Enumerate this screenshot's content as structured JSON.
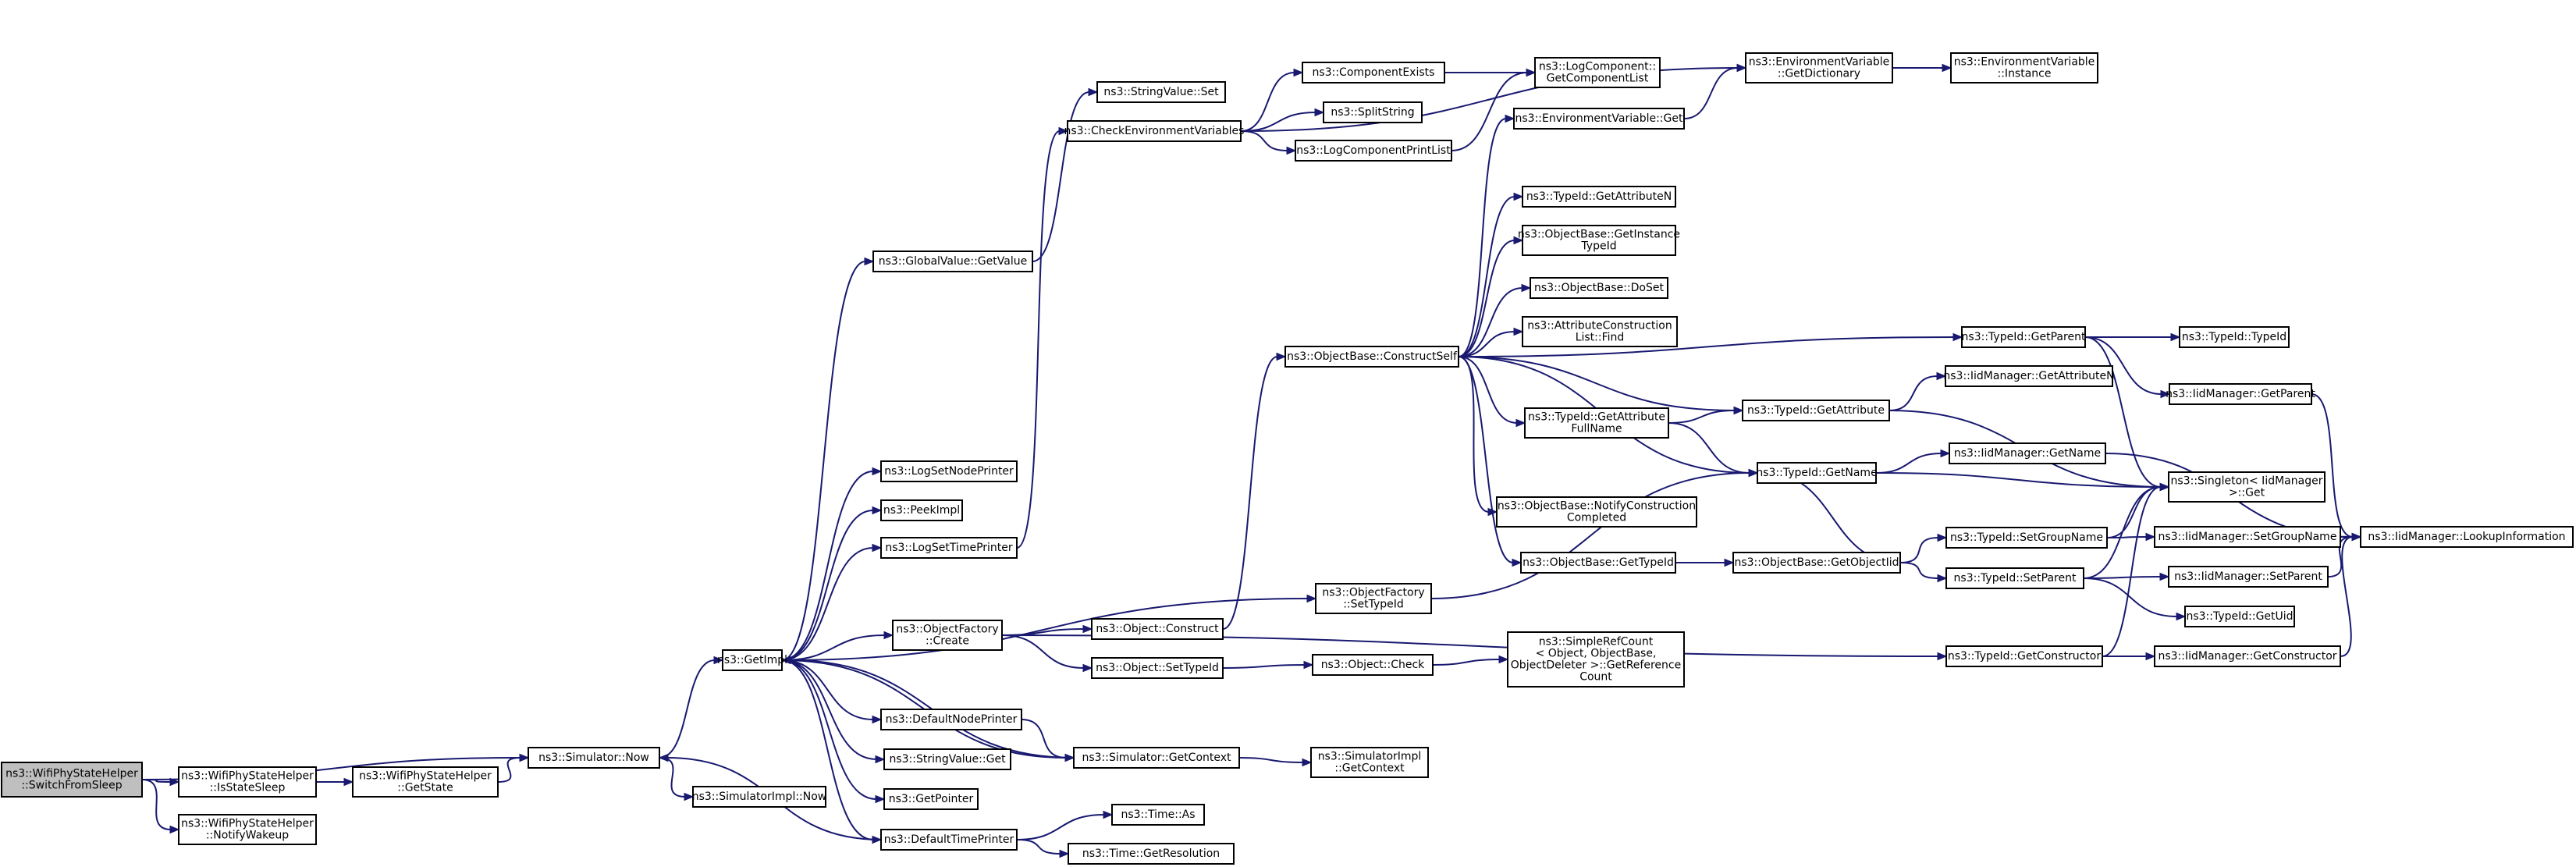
{
  "diagram": {
    "title": "",
    "nodes": [
      {
        "id": "switchFromSleep",
        "lines": [
          "ns3::WifiPhyStateHelper",
          "::SwitchFromSleep"
        ],
        "root": true
      },
      {
        "id": "isStateSleep",
        "lines": [
          "ns3::WifiPhyStateHelper",
          "::IsStateSleep"
        ]
      },
      {
        "id": "notifyWakeup",
        "lines": [
          "ns3::WifiPhyStateHelper",
          "::NotifyWakeup"
        ]
      },
      {
        "id": "getState",
        "lines": [
          "ns3::WifiPhyStateHelper",
          "::GetState"
        ]
      },
      {
        "id": "simNow",
        "lines": [
          "ns3::Simulator::Now"
        ]
      },
      {
        "id": "simImplNow",
        "lines": [
          "ns3::SimulatorImpl::Now"
        ]
      },
      {
        "id": "getImpl",
        "lines": [
          "ns3::GetImpl"
        ]
      },
      {
        "id": "gvGetValue",
        "lines": [
          "ns3::GlobalValue::GetValue"
        ]
      },
      {
        "id": "logSetNodePrinter",
        "lines": [
          "ns3::LogSetNodePrinter"
        ]
      },
      {
        "id": "peekImpl",
        "lines": [
          "ns3::PeekImpl"
        ]
      },
      {
        "id": "logSetTimePrinter",
        "lines": [
          "ns3::LogSetTimePrinter"
        ]
      },
      {
        "id": "ofCreate",
        "lines": [
          "ns3::ObjectFactory",
          "::Create"
        ]
      },
      {
        "id": "defaultNodePrinter",
        "lines": [
          "ns3::DefaultNodePrinter"
        ]
      },
      {
        "id": "stringValueGet",
        "lines": [
          "ns3::StringValue::Get"
        ]
      },
      {
        "id": "getPointer",
        "lines": [
          "ns3::GetPointer"
        ]
      },
      {
        "id": "defaultTimePrinter",
        "lines": [
          "ns3::DefaultTimePrinter"
        ]
      },
      {
        "id": "stringValueSet",
        "lines": [
          "ns3::StringValue::Set"
        ]
      },
      {
        "id": "checkEnvVars",
        "lines": [
          "ns3::CheckEnvironmentVariables"
        ]
      },
      {
        "id": "objConstruct",
        "lines": [
          "ns3::Object::Construct"
        ]
      },
      {
        "id": "objSetTypeId",
        "lines": [
          "ns3::Object::SetTypeId"
        ]
      },
      {
        "id": "simGetContext",
        "lines": [
          "ns3::Simulator::GetContext"
        ]
      },
      {
        "id": "timeAs",
        "lines": [
          "ns3::Time::As"
        ]
      },
      {
        "id": "timeGetResolution",
        "lines": [
          "ns3::Time::GetResolution"
        ]
      },
      {
        "id": "componentExists",
        "lines": [
          "ns3::ComponentExists"
        ]
      },
      {
        "id": "splitString",
        "lines": [
          "ns3::SplitString"
        ]
      },
      {
        "id": "logCompPrintList",
        "lines": [
          "ns3::LogComponentPrintList"
        ]
      },
      {
        "id": "obConstructSelf",
        "lines": [
          "ns3::ObjectBase::ConstructSelf"
        ]
      },
      {
        "id": "ofSetTypeId",
        "lines": [
          "ns3::ObjectFactory",
          "::SetTypeId"
        ]
      },
      {
        "id": "objCheck",
        "lines": [
          "ns3::Object::Check"
        ]
      },
      {
        "id": "simImplGetContext",
        "lines": [
          "ns3::SimulatorImpl",
          "::GetContext"
        ]
      },
      {
        "id": "logCompGetList",
        "lines": [
          "ns3::LogComponent::",
          "GetComponentList"
        ]
      },
      {
        "id": "envVarGet",
        "lines": [
          "ns3::EnvironmentVariable::Get"
        ]
      },
      {
        "id": "tidGetAttributeN",
        "lines": [
          "ns3::TypeId::GetAttributeN"
        ]
      },
      {
        "id": "obGetInstanceTypeId",
        "lines": [
          "ns3::ObjectBase::GetInstance",
          "TypeId"
        ]
      },
      {
        "id": "obDoSet",
        "lines": [
          "ns3::ObjectBase::DoSet"
        ]
      },
      {
        "id": "attrConstrListFind",
        "lines": [
          "ns3::AttributeConstruction",
          "List::Find"
        ]
      },
      {
        "id": "tidGetAttrFullName",
        "lines": [
          "ns3::TypeId::GetAttribute",
          "FullName"
        ]
      },
      {
        "id": "obNotifyConstrCompleted",
        "lines": [
          "ns3::ObjectBase::NotifyConstruction",
          "Completed"
        ]
      },
      {
        "id": "obGetTypeId",
        "lines": [
          "ns3::ObjectBase::GetTypeId"
        ]
      },
      {
        "id": "simpleRefCount",
        "lines": [
          "ns3::SimpleRefCount",
          "< Object, ObjectBase,",
          "ObjectDeleter >::GetReference",
          "Count"
        ]
      },
      {
        "id": "envVarGetDict",
        "lines": [
          "ns3::EnvironmentVariable",
          "::GetDictionary"
        ]
      },
      {
        "id": "tidGetAttribute",
        "lines": [
          "ns3::TypeId::GetAttribute"
        ]
      },
      {
        "id": "tidGetName",
        "lines": [
          "ns3::TypeId::GetName"
        ]
      },
      {
        "id": "obGetObjectIid",
        "lines": [
          "ns3::ObjectBase::GetObjectIid"
        ]
      },
      {
        "id": "envVarInstance",
        "lines": [
          "ns3::EnvironmentVariable",
          "::Instance"
        ]
      },
      {
        "id": "tidGetParent",
        "lines": [
          "ns3::TypeId::GetParent"
        ]
      },
      {
        "id": "iidGetAttributeN",
        "lines": [
          "ns3::IidManager::GetAttributeN"
        ]
      },
      {
        "id": "iidGetName",
        "lines": [
          "ns3::IidManager::GetName"
        ]
      },
      {
        "id": "tidSetGroupName",
        "lines": [
          "ns3::TypeId::SetGroupName"
        ]
      },
      {
        "id": "tidSetParent",
        "lines": [
          "ns3::TypeId::SetParent"
        ]
      },
      {
        "id": "tidGetConstructor",
        "lines": [
          "ns3::TypeId::GetConstructor"
        ]
      },
      {
        "id": "tidTypeId",
        "lines": [
          "ns3::TypeId::TypeId"
        ]
      },
      {
        "id": "iidGetParent",
        "lines": [
          "ns3::IidManager::GetParent"
        ]
      },
      {
        "id": "singletonGet",
        "lines": [
          "ns3::Singleton< IidManager",
          ">::Get"
        ]
      },
      {
        "id": "iidSetGroupName",
        "lines": [
          "ns3::IidManager::SetGroupName"
        ]
      },
      {
        "id": "iidSetParent",
        "lines": [
          "ns3::IidManager::SetParent"
        ]
      },
      {
        "id": "tidGetUid",
        "lines": [
          "ns3::TypeId::GetUid"
        ]
      },
      {
        "id": "iidGetConstructor",
        "lines": [
          "ns3::IidManager::GetConstructor"
        ]
      },
      {
        "id": "iidLookupInformation",
        "lines": [
          "ns3::IidManager::LookupInformation"
        ]
      }
    ],
    "edges": [
      [
        "switchFromSleep",
        "isStateSleep"
      ],
      [
        "switchFromSleep",
        "notifyWakeup"
      ],
      [
        "switchFromSleep",
        "simNow"
      ],
      [
        "isStateSleep",
        "getState"
      ],
      [
        "getState",
        "simNow"
      ],
      [
        "simNow",
        "getImpl"
      ],
      [
        "simNow",
        "simImplNow"
      ],
      [
        "getImpl",
        "gvGetValue"
      ],
      [
        "getImpl",
        "logSetNodePrinter"
      ],
      [
        "getImpl",
        "peekImpl"
      ],
      [
        "getImpl",
        "logSetTimePrinter"
      ],
      [
        "getImpl",
        "ofCreate"
      ],
      [
        "getImpl",
        "ofSetTypeId"
      ],
      [
        "getImpl",
        "defaultNodePrinter"
      ],
      [
        "getImpl",
        "stringValueGet"
      ],
      [
        "getImpl",
        "getPointer"
      ],
      [
        "getImpl",
        "defaultTimePrinter"
      ],
      [
        "getImpl",
        "simGetContext"
      ],
      [
        "gvGetValue",
        "stringValueSet"
      ],
      [
        "logSetTimePrinter",
        "checkEnvVars"
      ],
      [
        "ofCreate",
        "objConstruct"
      ],
      [
        "ofCreate",
        "objSetTypeId"
      ],
      [
        "ofCreate",
        "tidGetConstructor"
      ],
      [
        "defaultNodePrinter",
        "simGetContext"
      ],
      [
        "defaultTimePrinter",
        "simNow"
      ],
      [
        "defaultTimePrinter",
        "timeAs"
      ],
      [
        "defaultTimePrinter",
        "timeGetResolution"
      ],
      [
        "simGetContext",
        "getImpl"
      ],
      [
        "simGetContext",
        "simImplGetContext"
      ],
      [
        "objConstruct",
        "obConstructSelf"
      ],
      [
        "objSetTypeId",
        "objCheck"
      ],
      [
        "objCheck",
        "simpleRefCount"
      ],
      [
        "ofSetTypeId",
        "tidGetName"
      ],
      [
        "checkEnvVars",
        "componentExists"
      ],
      [
        "checkEnvVars",
        "splitString"
      ],
      [
        "checkEnvVars",
        "logCompPrintList"
      ],
      [
        "checkEnvVars",
        "envVarGetDict"
      ],
      [
        "componentExists",
        "logCompGetList"
      ],
      [
        "logCompPrintList",
        "logCompGetList"
      ],
      [
        "obConstructSelf",
        "envVarGet"
      ],
      [
        "obConstructSelf",
        "tidGetAttributeN"
      ],
      [
        "obConstructSelf",
        "obGetInstanceTypeId"
      ],
      [
        "obConstructSelf",
        "obDoSet"
      ],
      [
        "obConstructSelf",
        "attrConstrListFind"
      ],
      [
        "obConstructSelf",
        "tidGetAttrFullName"
      ],
      [
        "obConstructSelf",
        "obNotifyConstrCompleted"
      ],
      [
        "obConstructSelf",
        "obGetTypeId"
      ],
      [
        "obConstructSelf",
        "tidGetAttribute"
      ],
      [
        "obConstructSelf",
        "tidGetName"
      ],
      [
        "obConstructSelf",
        "tidGetParent"
      ],
      [
        "envVarGet",
        "envVarGetDict"
      ],
      [
        "envVarGetDict",
        "envVarInstance"
      ],
      [
        "tidGetAttrFullName",
        "tidGetAttribute"
      ],
      [
        "tidGetAttrFullName",
        "tidGetName"
      ],
      [
        "obGetTypeId",
        "obGetObjectIid"
      ],
      [
        "obGetObjectIid",
        "tidGetName"
      ],
      [
        "obGetObjectIid",
        "tidSetGroupName"
      ],
      [
        "obGetObjectIid",
        "tidSetParent"
      ],
      [
        "tidGetAttribute",
        "iidGetAttributeN"
      ],
      [
        "tidGetAttribute",
        "singletonGet"
      ],
      [
        "tidGetName",
        "iidGetName"
      ],
      [
        "tidGetName",
        "singletonGet"
      ],
      [
        "tidGetParent",
        "tidTypeId"
      ],
      [
        "tidGetParent",
        "iidGetParent"
      ],
      [
        "tidGetParent",
        "singletonGet"
      ],
      [
        "iidGetParent",
        "iidLookupInformation"
      ],
      [
        "iidGetName",
        "iidLookupInformation"
      ],
      [
        "tidSetGroupName",
        "iidSetGroupName"
      ],
      [
        "tidSetGroupName",
        "singletonGet"
      ],
      [
        "tidSetParent",
        "iidSetParent"
      ],
      [
        "tidSetParent",
        "tidGetUid"
      ],
      [
        "tidSetParent",
        "singletonGet"
      ],
      [
        "tidGetConstructor",
        "iidGetConstructor"
      ],
      [
        "tidGetConstructor",
        "singletonGet"
      ],
      [
        "iidSetGroupName",
        "iidLookupInformation"
      ],
      [
        "iidSetParent",
        "iidLookupInformation"
      ],
      [
        "iidGetConstructor",
        "iidLookupInformation"
      ]
    ]
  }
}
